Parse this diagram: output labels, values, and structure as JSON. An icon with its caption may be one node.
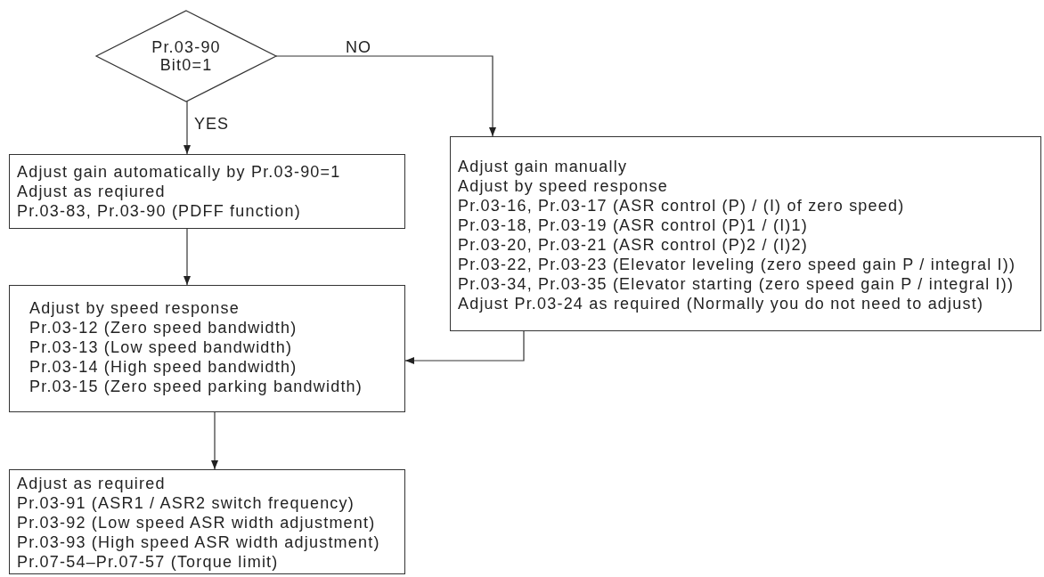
{
  "diagram": {
    "nodes": [
      {
        "text": [
          "Pr.03-90",
          "Bit0=1"
        ]
      },
      {
        "text": [
          "Adjust gain automatically by Pr.03-90=1",
          "Adjust as reqiured",
          "Pr.03-83, Pr.03-90 (PDFF function)"
        ]
      },
      {
        "text": [
          "Adjust gain manually",
          "Adjust by speed response",
          "Pr.03-16, Pr.03-17 (ASR control (P) / (I) of zero speed)",
          "Pr.03-18, Pr.03-19 (ASR  control (P)1 / (I)1)",
          "Pr.03-20, Pr.03-21 (ASR control (P)2 / (I)2)",
          "Pr.03-22, Pr.03-23 (Elevator leveling (zero speed gain P / integral I))",
          "Pr.03-34, Pr.03-35 (Elevator starting (zero speed gain P / integral I))",
          "Adjust Pr.03-24 as required (Normally you do not need to adjust)"
        ]
      },
      {
        "text": [
          "Adjust by speed response",
          "Pr.03-12 (Zero speed bandwidth)",
          "Pr.03-13 (Low speed bandwidth)",
          "Pr.03-14 (High speed bandwidth)",
          "Pr.03-15 (Zero speed parking bandwidth)"
        ]
      },
      {
        "text": [
          "Adjust as required",
          "Pr.03-91 (ASR1 / ASR2  switch frequency)",
          "Pr.03-92 (Low speed ASR width adjustment)",
          "Pr.03-93 (High speed ASR width adjustment)",
          "Pr.07-54–Pr.07-57 (Torque limit)"
        ]
      }
    ],
    "edges": [
      {
        "from": 0,
        "to": 1,
        "arrow": "to",
        "label": "YES"
      },
      {
        "from": 0,
        "to": 2,
        "arrow": "to",
        "label": "NO"
      },
      {
        "from": 1,
        "to": 3,
        "arrow": "to"
      },
      {
        "from": 2,
        "to": 3,
        "arrow": "to"
      },
      {
        "from": 3,
        "to": 4,
        "arrow": "to"
      }
    ]
  }
}
